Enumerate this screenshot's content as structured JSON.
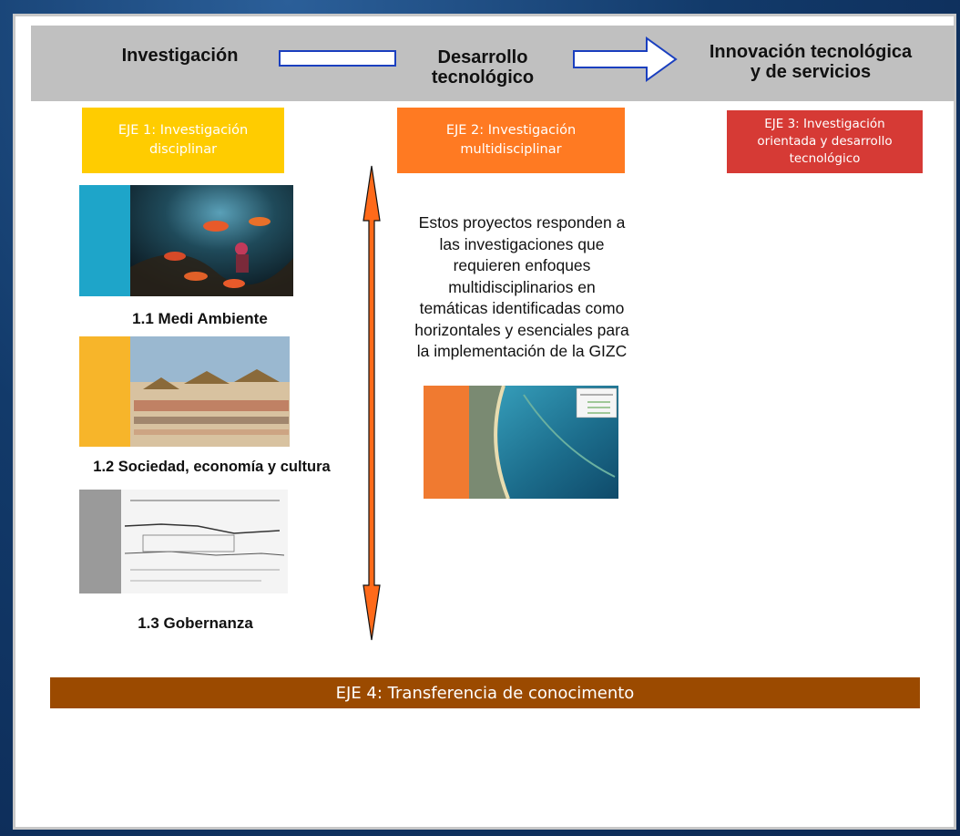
{
  "stages": {
    "investigacion": "Investigación",
    "desarrollo_line1": "Desarrollo",
    "desarrollo_line2": "tecnológico",
    "innovacion_line1": "Innovación tecnológica",
    "innovacion_line2": "y de servicios"
  },
  "ejes": {
    "eje1": {
      "line1": "EJE 1: Investigación",
      "line2": "disciplinar",
      "color": "#ffcc00"
    },
    "eje2": {
      "line1": "EJE 2: Investigación",
      "line2": "multidisciplinar",
      "color": "#ff7a22"
    },
    "eje3": {
      "line1": "EJE 3: Investigación",
      "line2": "orientada y desarrollo",
      "line3": "tecnológico",
      "color": "#d63a35"
    },
    "eje4": {
      "label": "EJE 4: Transferencia de conocimento",
      "color": "#9b4a00"
    }
  },
  "sections": {
    "medi_ambiente": "1.1 Medi Ambiente",
    "sociedad": "1.2 Sociedad, economía y cultura",
    "gobernanza": "1.3 Gobernanza"
  },
  "description": {
    "lines": [
      "Estos proyectos responden a",
      "las investigaciones que",
      "requieren enfoques",
      "multidisciplinarios en",
      "temáticas identificadas como",
      "horizontales y esenciales para",
      "la implementación de la GIZC"
    ]
  },
  "colors": {
    "arrow_outline": "#1a3fbf",
    "double_arrow_fill": "#ff6a1a",
    "gray_bar": "#c0c0c0",
    "thumb_band_blue": "#1ea5c9",
    "thumb_band_yellow": "#f7b52a",
    "thumb_band_gray": "#9a9a9a",
    "thumb_band_orange": "#f07a30"
  },
  "icons": {
    "arrow1": "outline-arrow-right-icon",
    "arrow2": "outline-arrow-right-icon",
    "double_arrow": "double-arrow-vertical-icon"
  }
}
